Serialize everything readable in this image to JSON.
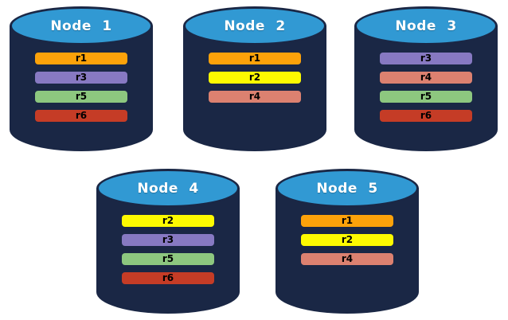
{
  "colors": {
    "background": "#ffffff",
    "cylinder_body": "#1a2745",
    "cylinder_top": "#3199d3",
    "node_label_text": "#ffffff",
    "replica_label_text": "#000000"
  },
  "replica_colors": {
    "r1": "#fca20a",
    "r2": "#fdfa00",
    "r3": "#8779c2",
    "r4": "#dc8170",
    "r5": "#8dc77f",
    "r6": "#c53c26"
  },
  "nodes": [
    {
      "label": "Node 1",
      "replicas": [
        "r1",
        "r3",
        "r5",
        "r6"
      ]
    },
    {
      "label": "Node 2",
      "replicas": [
        "r1",
        "r2",
        "r4"
      ]
    },
    {
      "label": "Node 3",
      "replicas": [
        "r3",
        "r4",
        "r5",
        "r6"
      ]
    },
    {
      "label": "Node 4",
      "replicas": [
        "r2",
        "r3",
        "r5",
        "r6"
      ]
    },
    {
      "label": "Node 5",
      "replicas": [
        "r1",
        "r2",
        "r4"
      ]
    }
  ]
}
